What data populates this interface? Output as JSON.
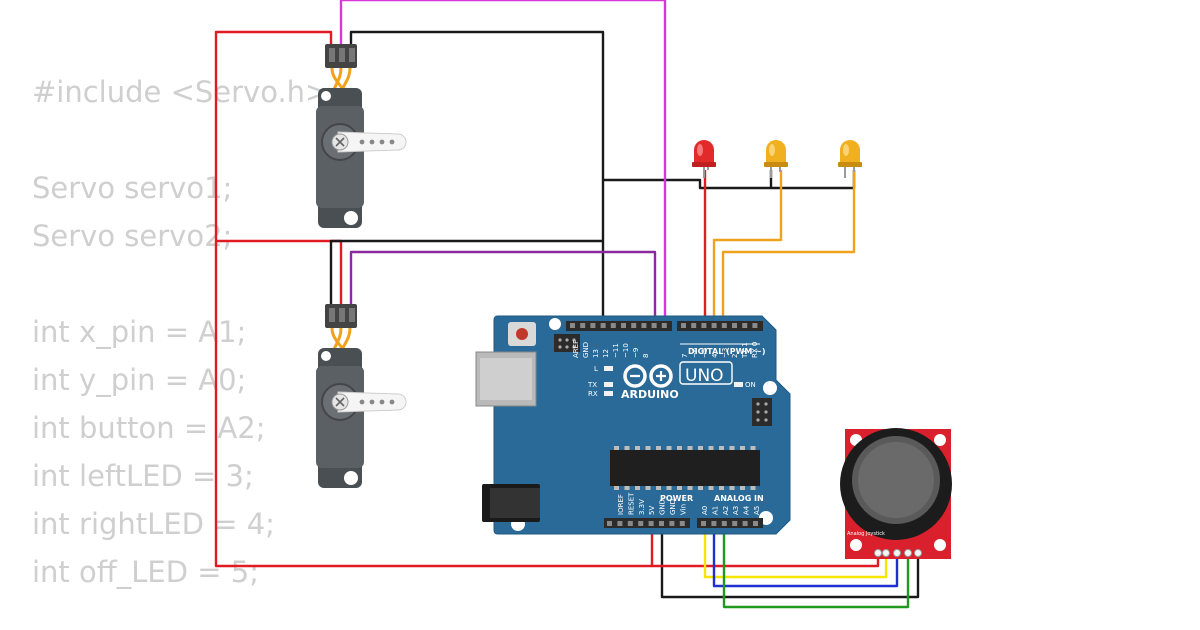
{
  "code": [
    "#include <Servo.h>",
    "",
    "Servo servo1;",
    "Servo servo2;",
    "",
    "int x_pin = A1;",
    "int y_pin = A0;",
    "int button = A2;",
    "int leftLED = 3;",
    "int rightLED = 4;",
    "int off_LED = 5;"
  ],
  "arduino": {
    "brand": "ARDUINO",
    "model": "UNO",
    "digital_label": "DIGITAL (PWM ~)",
    "power_label": "POWER",
    "analog_label": "ANALOG IN",
    "on_label": "ON",
    "led_l": "L",
    "led_tx": "TX",
    "led_rx": "RX",
    "digital_pins": [
      "AREF",
      "GND",
      "13",
      "12",
      "~11",
      "~10",
      "~9",
      "8",
      "7",
      "~6",
      "~5",
      "4",
      "~3",
      "2",
      "TX 1",
      "RX 0"
    ],
    "power_pins": [
      "IOREF",
      "RESET",
      "3.3V",
      "5V",
      "GND",
      "GND",
      "Vin"
    ],
    "analog_pins": [
      "A0",
      "A1",
      "A2",
      "A3",
      "A4",
      "A5"
    ]
  },
  "joystick": {
    "label": "Analog Joystick"
  },
  "colors": {
    "board": "#2a6a98",
    "header": "#2b2b2b",
    "wire_red": "#e11b22",
    "wire_black": "#1a1a1a",
    "wire_magenta": "#d838d8",
    "wire_purple": "#8b2aa0",
    "wire_orange": "#f0a21c",
    "wire_yellow": "#f4e600",
    "wire_blue": "#1f2fd0",
    "wire_green": "#1f9a1f",
    "led_red": "#e32a2a",
    "led_yellow": "#f0b020",
    "servo": "#555a5e",
    "joystick_pcb": "#d9202c",
    "code_text": "#cfcfcf"
  }
}
